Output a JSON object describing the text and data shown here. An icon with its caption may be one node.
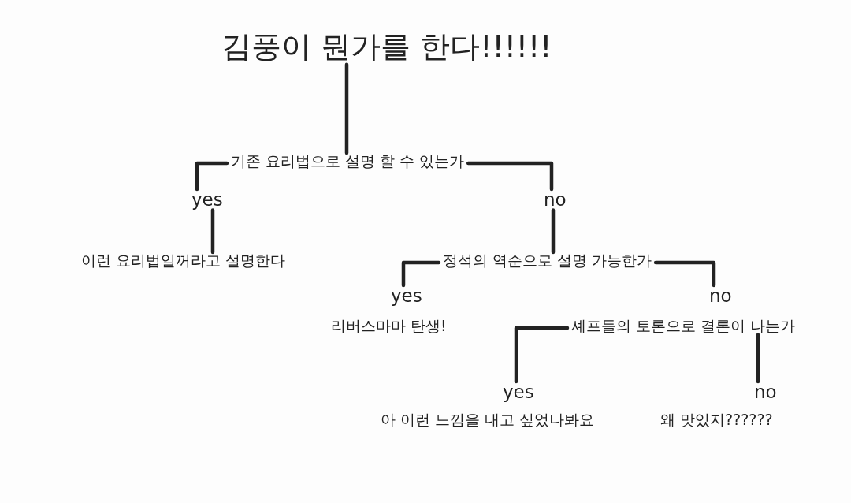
{
  "diagram": {
    "nodes": [
      {
        "text": [
          "김풍이 뭔가를 한다!!!!!!"
        ]
      },
      {
        "text": [
          "기존 요리법으로 설명 할 수 있는가"
        ]
      },
      {
        "text": [
          "yes"
        ]
      },
      {
        "text": [
          "no"
        ]
      },
      {
        "text": [
          "이런 요리법일꺼라고 설명한다"
        ]
      },
      {
        "text": [
          "정석의 역순으로 설명 가능한가"
        ]
      },
      {
        "text": [
          "yes"
        ]
      },
      {
        "text": [
          "no"
        ]
      },
      {
        "text": [
          "리버스마마 탄생!"
        ]
      },
      {
        "text": [
          "셰프들의 토론으로 결론이 나는가"
        ]
      },
      {
        "text": [
          "yes"
        ]
      },
      {
        "text": [
          "no"
        ]
      },
      {
        "text": [
          "아 이런 느낌을 내고 싶었나봐요"
        ]
      },
      {
        "text": [
          "왜 맛있지??????"
        ]
      }
    ],
    "edges": [
      {
        "from": 0,
        "to": 1,
        "arrow": "none"
      },
      {
        "from": 1,
        "to": 2,
        "arrow": "none"
      },
      {
        "from": 1,
        "to": 3,
        "arrow": "none"
      },
      {
        "from": 2,
        "to": 4,
        "arrow": "none"
      },
      {
        "from": 3,
        "to": 5,
        "arrow": "none"
      },
      {
        "from": 5,
        "to": 6,
        "arrow": "none"
      },
      {
        "from": 5,
        "to": 7,
        "arrow": "none"
      },
      {
        "from": 9,
        "to": 10,
        "arrow": "none"
      },
      {
        "from": 9,
        "to": 11,
        "arrow": "none"
      }
    ]
  }
}
